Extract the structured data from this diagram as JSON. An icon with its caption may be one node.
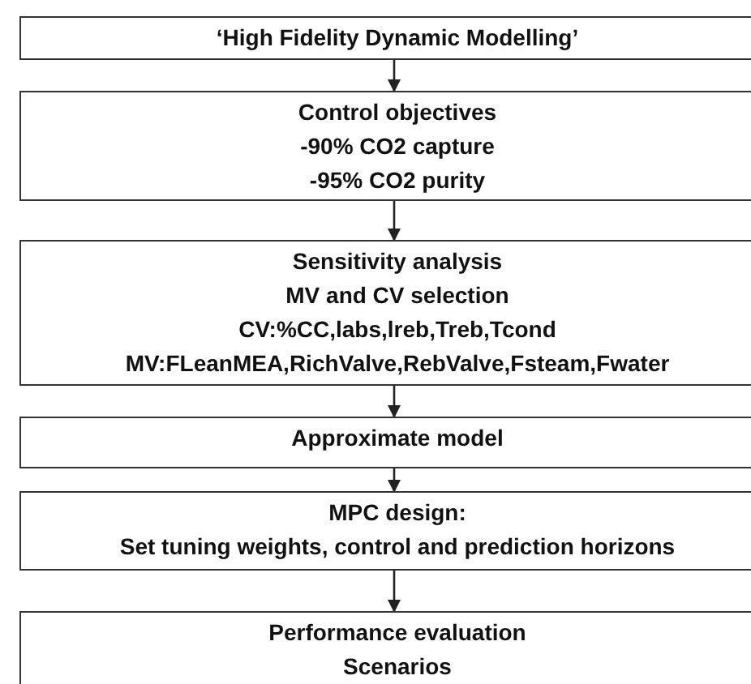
{
  "diagram": {
    "nodes": [
      {
        "text": [
          "‘High Fidelity Dynamic Modelling’"
        ]
      },
      {
        "text": [
          "Control objectives",
          "-90% CO2 capture",
          "-95% CO2 purity"
        ]
      },
      {
        "text": [
          "Sensitivity analysis",
          "MV and CV selection",
          "CV:%CC,labs,lreb,Treb,Tcond",
          "MV:FLeanMEA,RichValve,RebValve,Fsteam,Fwater"
        ]
      },
      {
        "text": [
          "Approximate model"
        ]
      },
      {
        "text": [
          "MPC design:",
          "Set tuning weights, control and prediction horizons"
        ]
      },
      {
        "text": [
          "Performance evaluation",
          "Scenarios"
        ]
      }
    ],
    "edges": [
      {
        "from": 0,
        "to": 1,
        "arrow": "to"
      },
      {
        "from": 1,
        "to": 2,
        "arrow": "to"
      },
      {
        "from": 2,
        "to": 3,
        "arrow": "to"
      },
      {
        "from": 3,
        "to": 4,
        "arrow": "to"
      },
      {
        "from": 4,
        "to": 5,
        "arrow": "to"
      }
    ]
  }
}
